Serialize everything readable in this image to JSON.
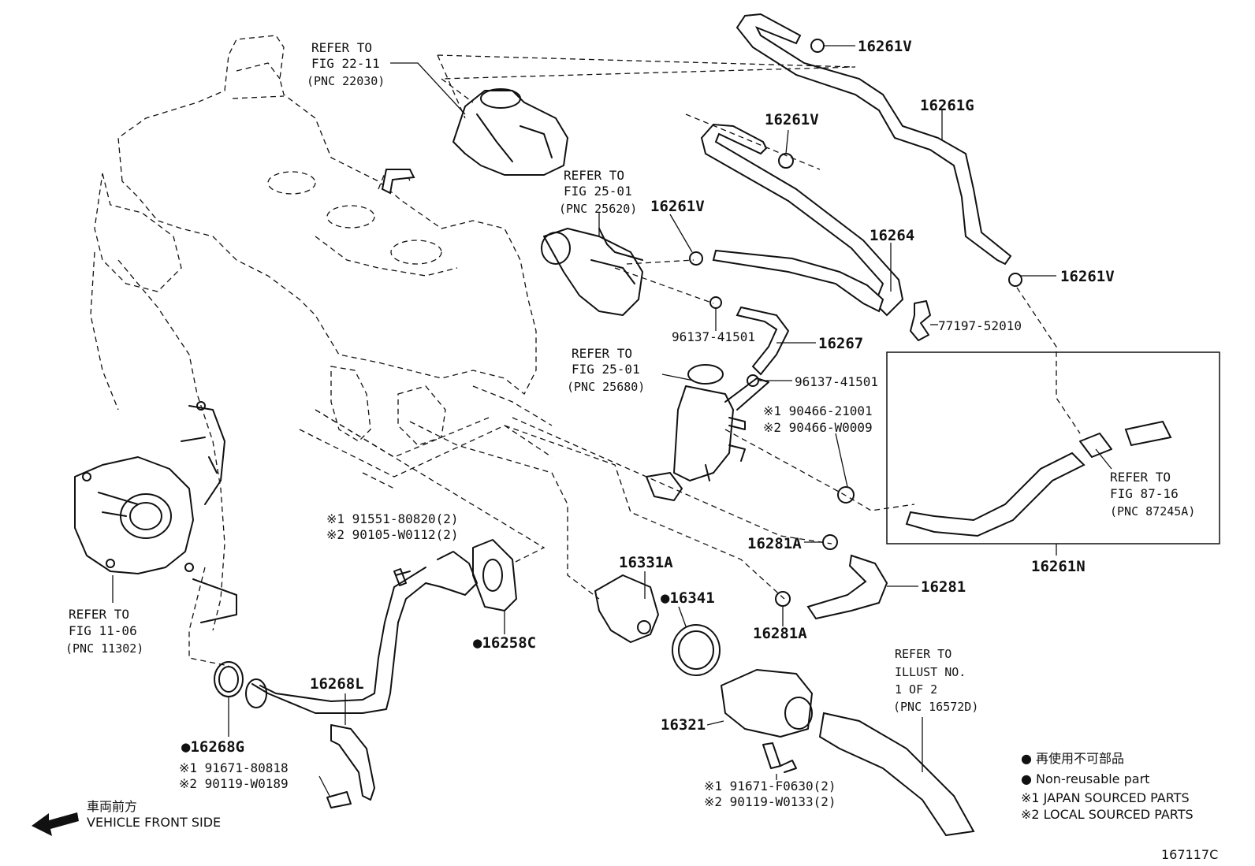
{
  "diagram_id": "167117C",
  "refs": {
    "fig2211": [
      "REFER TO",
      "FIG 22-11",
      "(PNC 22030)"
    ],
    "fig2501a": [
      "REFER TO",
      "FIG 25-01",
      "(PNC 25620)"
    ],
    "fig2501b": [
      "REFER TO",
      "FIG 25-01",
      "(PNC 25680)"
    ],
    "fig1106": [
      "REFER TO",
      "FIG 11-06",
      "(PNC 11302)"
    ],
    "fig8716": [
      "REFER TO",
      "FIG 87-16",
      "(PNC 87245A)"
    ],
    "illust": [
      "REFER TO",
      "ILLUST NO.",
      "1 OF 2",
      "(PNC 16572D)"
    ]
  },
  "parts": {
    "p16261V_1": "16261V",
    "p16261G": "16261G",
    "p16261V_2": "16261V",
    "p16261V_3": "16261V",
    "p16264": "16264",
    "p16261V_4": "16261V",
    "p77197": "77197-52010",
    "p96137_1": "96137-41501",
    "p16267": "16267",
    "p96137_2": "96137-41501",
    "p90466_1": "※1 90466-21001",
    "p90466_2": "※2 90466-W0009",
    "p16261N": "16261N",
    "p16281A_1": "16281A",
    "p16281": "16281",
    "p16281A_2": "16281A",
    "p16331A": "16331A",
    "p16341": "●16341",
    "p91551": "※1 91551-80820(2)",
    "p90105": "※2 90105-W0112(2)",
    "p16258C": "●16258C",
    "p16268L": "16268L",
    "p16268G": "●16268G",
    "p91671_1": "※1 91671-80818",
    "p90119_1": "※2 90119-W0189",
    "p16321": "16321",
    "p91671_2": "※1 91671-F0630(2)",
    "p90119_2": "※2 90119-W0133(2)"
  },
  "legend": {
    "jp": "● 再使用不可部品",
    "nonreusable": "● Non-reusable part",
    "japan": "※1  JAPAN SOURCED PARTS",
    "local": "※2  LOCAL SOURCED PARTS"
  },
  "front": {
    "jp": "車両前方",
    "en": "VEHICLE FRONT SIDE"
  }
}
